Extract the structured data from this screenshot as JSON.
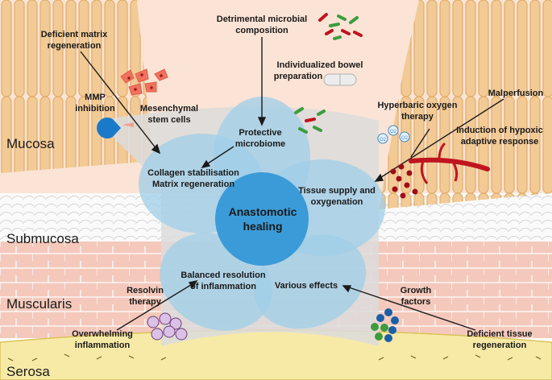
{
  "layers": {
    "mucosa": "Mucosa",
    "submucosa": "Submucosa",
    "muscularis": "Muscularis",
    "serosa": "Serosa"
  },
  "center": {
    "line1": "Anastomotic",
    "line2": "healing"
  },
  "petals": {
    "microbiome": {
      "line1": "Protective",
      "line2": "microbiome"
    },
    "tissue": {
      "line1": "Tissue supply and",
      "line2": "oxygenation"
    },
    "various": {
      "line1": "Various effects"
    },
    "inflammation": {
      "line1": "Balanced resolution",
      "line2": "of inflammation"
    },
    "collagen": {
      "line1": "Collagen stabilisation",
      "line2": "Matrix regeneration"
    }
  },
  "factors": {
    "matrix": {
      "line1": "Deficient matrix",
      "line2": "regeneration"
    },
    "microbial": {
      "line1": "Detrimental microbial",
      "line2": "composition"
    },
    "malperfusion": {
      "line1": "Malperfusion"
    },
    "overwhelming": {
      "line1": "Overwhelming",
      "line2": "inflammation"
    },
    "tissue_regen": {
      "line1": "Deficient tissue",
      "line2": "regeneration"
    }
  },
  "therapies": {
    "mmp": {
      "line1": "MMP",
      "line2": "inhibition"
    },
    "msc": {
      "line1": "Mesenchymal",
      "line2": "stem cells"
    },
    "bowel": {
      "line1": "Individualized bowel",
      "line2": "preparation"
    },
    "hyperbaric": {
      "line1": "Hyperbaric oxygen",
      "line2": "therapy"
    },
    "hypoxic": {
      "line1": "Induction of hypoxic",
      "line2": "adaptive response"
    },
    "resolvin": {
      "line1": "Resolvin",
      "line2": "therapy"
    },
    "growth": {
      "line1": "Growth",
      "line2": "factors"
    }
  },
  "icons": {
    "o2_label": "O2"
  },
  "colors": {
    "mucosa_fill": "#f2c992",
    "mucosa_stroke": "#e0a962",
    "muscle_pink": "#f4c9bb",
    "serosa_yellow": "#f7eaa6",
    "petal_blue": "#9fcde8",
    "center_blue": "#3b9bd8",
    "anastomosis_gray": "#dcdcdc",
    "vessel_red": "#c0141f"
  }
}
